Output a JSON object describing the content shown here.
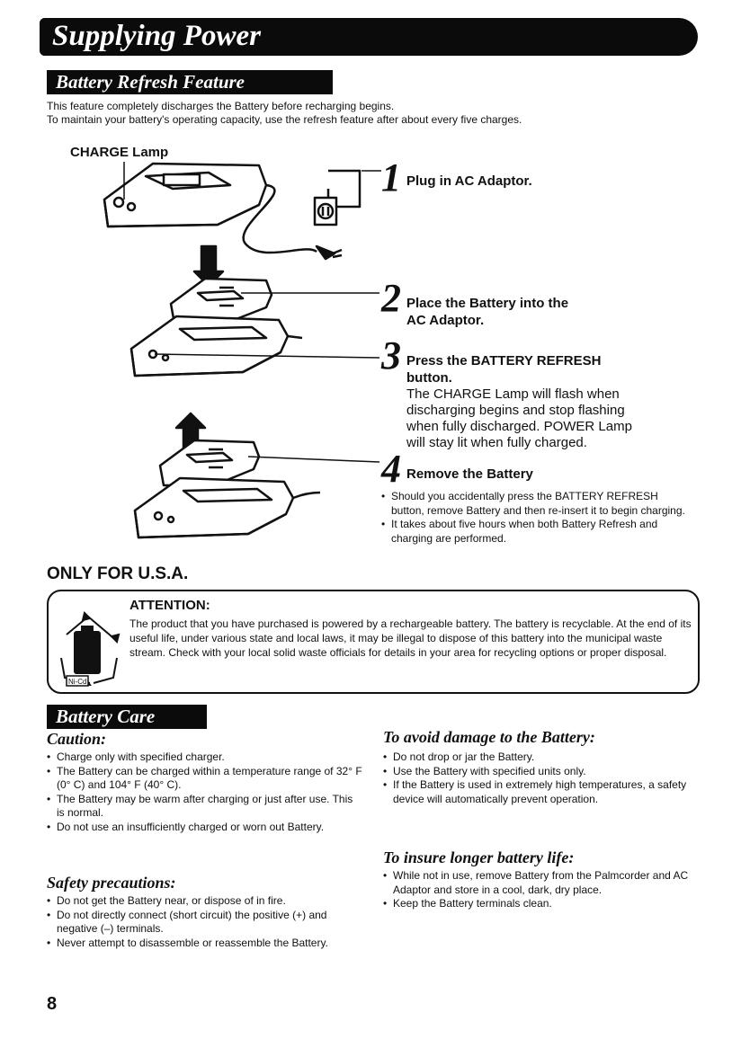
{
  "page": {
    "title": "Supplying Power",
    "page_number": "8"
  },
  "refresh": {
    "heading": "Battery Refresh Feature",
    "intro": [
      "This feature completely discharges the Battery before recharging begins.",
      "To maintain your battery's operating capacity, use the refresh feature after about every five charges."
    ],
    "charge_lamp_label": "CHARGE Lamp",
    "steps": [
      {
        "num": "1",
        "title": "Plug in AC Adaptor."
      },
      {
        "num": "2",
        "title": "Place the Battery into the",
        "title2": "AC Adaptor."
      },
      {
        "num": "3",
        "title": "Press the BATTERY REFRESH",
        "title2": "button.",
        "body": [
          "The CHARGE Lamp will flash when",
          "discharging begins and stop flashing",
          "when fully discharged. POWER Lamp",
          "will stay lit when fully charged."
        ]
      },
      {
        "num": "4",
        "title": "Remove the Battery",
        "bullets": [
          "Should you accidentally press the BATTERY REFRESH button, remove Battery and then re-insert it to begin charging.",
          "It takes about five hours when both Battery Refresh and charging are performed."
        ]
      }
    ]
  },
  "usa": {
    "label": "ONLY FOR U.S.A.",
    "attention_title": "ATTENTION:",
    "attention_text": "The product that you have purchased is powered by a rechargeable battery. The battery is recyclable. At the end of its useful life, under various state and local laws, it may be illegal to dispose of this battery into the municipal waste stream. Check with your local solid waste officials for details in your area for recycling options or proper disposal.",
    "recycle_icon_text": "Ni-Cd"
  },
  "care": {
    "heading": "Battery Care",
    "caution_title": "Caution:",
    "caution_items": [
      "Charge only with specified charger.",
      "The Battery can be charged within a temperature range of 32° F (0° C) and 104° F (40° C).",
      "The Battery may be warm after charging or just after use. This is normal.",
      "Do not use an insufficiently charged or worn out Battery."
    ],
    "safety_title": "Safety precautions:",
    "safety_items": [
      "Do not get the Battery near, or dispose of in fire.",
      "Do not directly connect (short circuit) the positive (+) and negative (–) terminals.",
      "Never attempt to disassemble or reassemble the Battery."
    ],
    "avoid_title": "To avoid damage to the Battery:",
    "avoid_items": [
      "Do not drop or jar the Battery.",
      "Use the Battery with specified units only.",
      "If the Battery is used in extremely high temperatures, a safety device will automatically prevent operation."
    ],
    "longer_title": "To insure longer battery life:",
    "longer_items": [
      "While not in use, remove Battery from the Palmcorder and AC Adaptor and store in a cool, dark, dry place.",
      "Keep the Battery terminals clean."
    ]
  }
}
